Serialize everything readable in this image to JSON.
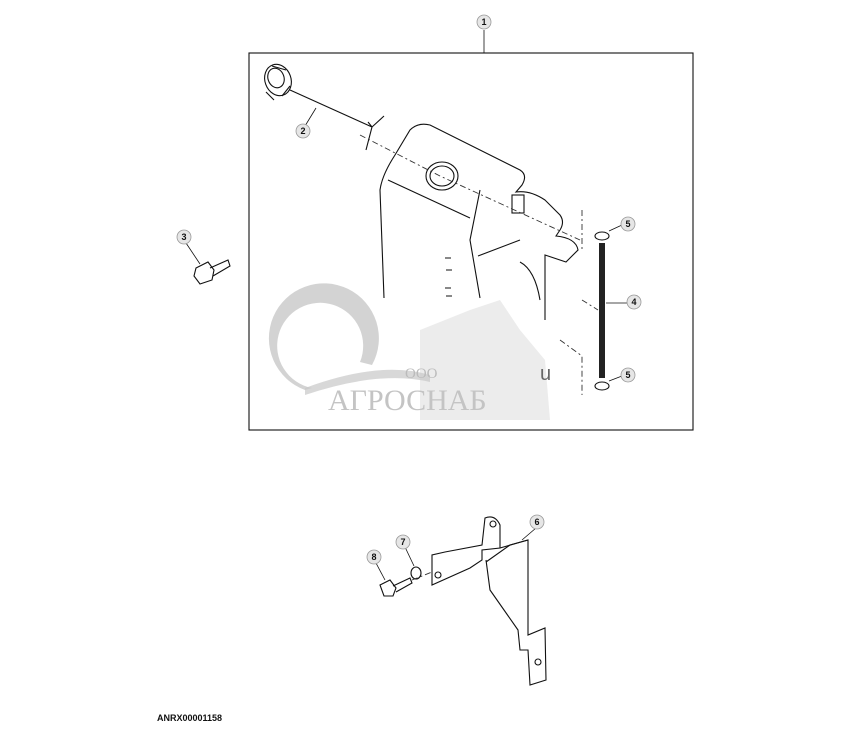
{
  "figure_id": "ANRX00001158",
  "callouts": [
    "1",
    "2",
    "3",
    "4",
    "5",
    "5",
    "6",
    "7",
    "8"
  ],
  "watermark": {
    "prefix": "ООО",
    "name": "АГРОСНАБ",
    "fragment": "u"
  },
  "colors": {
    "line": "#111111",
    "callout_fill": "#e6e6e6",
    "watermark": "#c8c8c8"
  }
}
